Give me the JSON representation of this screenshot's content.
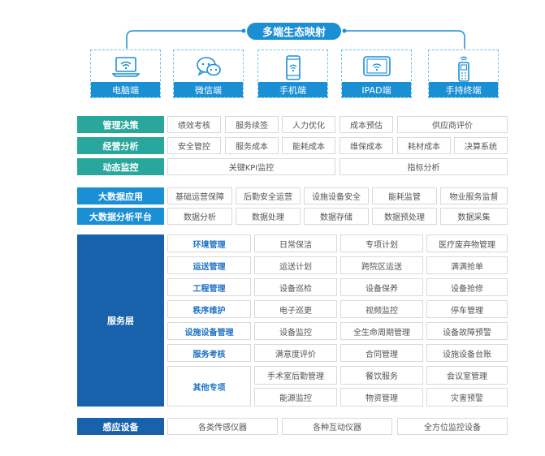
{
  "title": "多端生态映射",
  "terminals": [
    {
      "label": "电脑端",
      "icon": "laptop-wifi-icon"
    },
    {
      "label": "微信端",
      "icon": "wechat-icon"
    },
    {
      "label": "手机端",
      "icon": "mobile-phone-icon"
    },
    {
      "label": "IPAD端",
      "icon": "tablet-icon"
    },
    {
      "label": "手持终端",
      "icon": "handheld-terminal-icon"
    }
  ],
  "management": {
    "decision": {
      "label": "管理决策",
      "items": [
        "绩效考核",
        "服务续签",
        "人力优化",
        "成本预估",
        "供应商评价"
      ]
    },
    "analysis": {
      "label": "经营分析",
      "items": [
        "安全管控",
        "服务成本",
        "能耗成本",
        "维保成本",
        "耗材成本",
        "决算系统"
      ]
    },
    "monitor": {
      "label": "动态监控",
      "items": [
        "关键KPI监控",
        "指标分析"
      ]
    }
  },
  "bigdata": {
    "app": {
      "label": "大数据应用",
      "items": [
        "基础运营保障",
        "后勤安全运营",
        "设施设备安全",
        "能耗监管",
        "物业服务监督"
      ]
    },
    "platform": {
      "label": "大数据分析平台",
      "items": [
        "数据分析",
        "数据处理",
        "数据存储",
        "数据预处理",
        "数据采集"
      ]
    }
  },
  "service": {
    "label": "服务层",
    "rows": [
      {
        "name": "环境管理",
        "items": [
          "日常保洁",
          "专项计划",
          "医疗废弃物管理"
        ]
      },
      {
        "name": "运送管理",
        "items": [
          "运送计划",
          "跨院区运送",
          "满满抢单"
        ]
      },
      {
        "name": "工程管理",
        "items": [
          "设备巡检",
          "设备保养",
          "设备抢修"
        ]
      },
      {
        "name": "秩序维护",
        "items": [
          "电子巡更",
          "视频监控",
          "停车管理"
        ]
      },
      {
        "name": "设施设备管理",
        "items": [
          "设备监控",
          "全生命周期管理",
          "设备故障预警"
        ]
      },
      {
        "name": "服务考核",
        "items": [
          "满意度评价",
          "合同管理",
          "设施设备台账"
        ]
      }
    ],
    "other": {
      "name": "其他专项",
      "items": [
        "手术室后勤管理",
        "餐饮服务",
        "会议室管理",
        "能源监控",
        "物资管理",
        "灾害预警"
      ]
    }
  },
  "sensing": {
    "label": "感应设备",
    "items": [
      "各类传感仪器",
      "各种互动仪器",
      "全方位监控设备"
    ]
  },
  "colors": {
    "teal": "#2aa79c",
    "blue": "#1a8fd4",
    "navy": "#1861ab",
    "service_text": "#1e72c3"
  }
}
